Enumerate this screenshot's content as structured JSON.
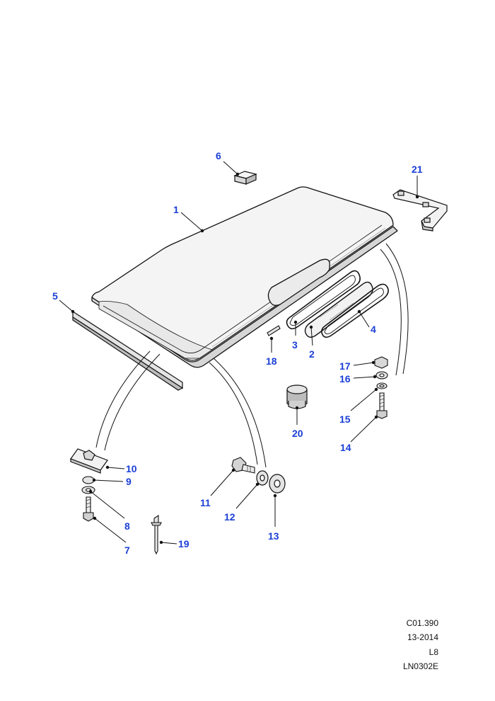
{
  "colors": {
    "callout": "#1a3fd6",
    "ink": "#111111",
    "paper": "#ffffff",
    "part_fill": "#f3f3f3",
    "part_shade": "#d2d2d2"
  },
  "callouts": [
    "1",
    "2",
    "3",
    "4",
    "5",
    "6",
    "7",
    "8",
    "9",
    "10",
    "11",
    "12",
    "13",
    "14",
    "15",
    "16",
    "17",
    "18",
    "19",
    "20",
    "21"
  ],
  "reference": {
    "code": "C01.390",
    "date": "13-2014",
    "level": "L8",
    "drawing": "LN0302E"
  }
}
